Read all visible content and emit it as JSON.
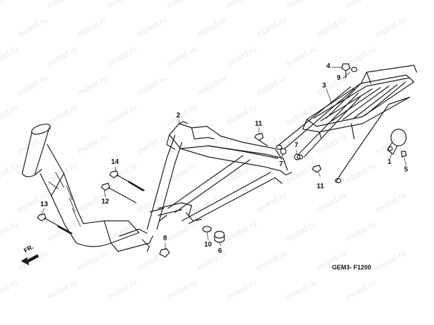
{
  "watermark": "motod.ru",
  "diagram_code": "GEM3- F1200",
  "direction_label": "FR.",
  "callouts": [
    "1",
    "2",
    "3",
    "4",
    "5",
    "6",
    "7",
    "7",
    "8",
    "9",
    "10",
    "11",
    "11",
    "12",
    "13",
    "14"
  ],
  "colors": {
    "line": "#1a1a1a",
    "watermark": "#e9e9e9",
    "background": "#ffffff"
  }
}
